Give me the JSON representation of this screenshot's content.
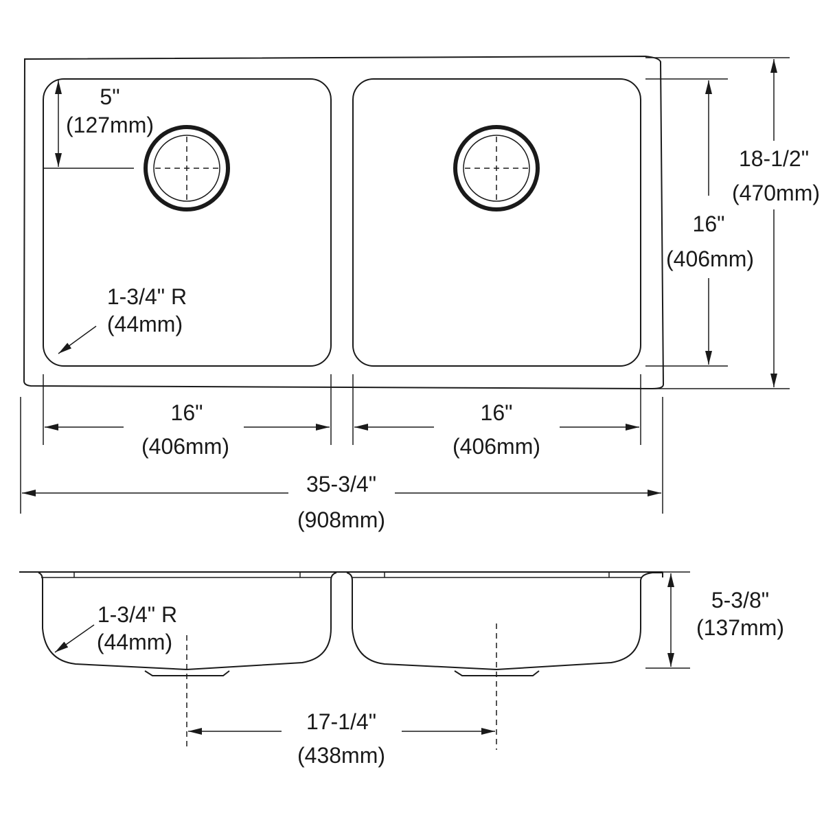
{
  "top_view": {
    "drain_offset": {
      "imperial": "5\"",
      "metric": "(127mm)"
    },
    "corner_radius": {
      "imperial": "1-3/4\" R",
      "metric": "(44mm)"
    },
    "bowl_depth_front_back": {
      "imperial": "16\"",
      "metric": "(406mm)"
    },
    "overall_front_back": {
      "imperial": "18-1/2\"",
      "metric": "(470mm)"
    },
    "left_bowl_width": {
      "imperial": "16\"",
      "metric": "(406mm)"
    },
    "right_bowl_width": {
      "imperial": "16\"",
      "metric": "(406mm)"
    },
    "overall_width": {
      "imperial": "35-3/4\"",
      "metric": "(908mm)"
    }
  },
  "side_view": {
    "corner_radius": {
      "imperial": "1-3/4\" R",
      "metric": "(44mm)"
    },
    "depth": {
      "imperial": "5-3/8\"",
      "metric": "(137mm)"
    },
    "drain_spacing": {
      "imperial": "17-1/4\"",
      "metric": "(438mm)"
    }
  }
}
